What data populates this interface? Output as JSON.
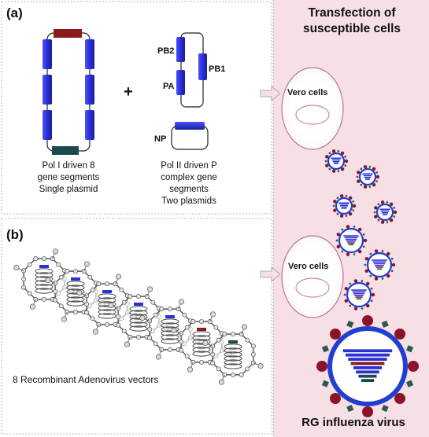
{
  "panel_a": {
    "label": "(a)",
    "plus": "+",
    "pol1_caption": [
      "Pol I driven 8",
      "gene segments",
      "Single plasmid"
    ],
    "polII_caption": [
      "Pol II driven P",
      "complex gene",
      "segments",
      "Two plasmids"
    ],
    "segment_labels": {
      "pb2": "PB2",
      "pb1": "PB1",
      "pa": "PA",
      "np": "NP"
    }
  },
  "panel_b": {
    "label": "(b)",
    "caption": "8 Recombinant Adenovirus  vectors"
  },
  "right_panel": {
    "title": [
      "Transfection of",
      "susceptible cells"
    ],
    "cell_label_top": "Vero cells",
    "cell_label_bottom": "Vero cells",
    "footer": "RG influenza virus"
  },
  "colors": {
    "pink_bg": "#f7dfe6",
    "segment_blue": "#2a2fd6",
    "cap_red": "#8b1a1a",
    "cap_teal": "#1c4a4a",
    "virion_blue": "#1f3fd0",
    "spike_red": "#8a1328",
    "spike_green": "#2d5a4e"
  },
  "icons": [
    "plasmid-8-segments-icon",
    "plasmid-polII-icon",
    "adenovirus-icon",
    "vero-cell-icon",
    "virion-icon",
    "arrow-icon"
  ]
}
